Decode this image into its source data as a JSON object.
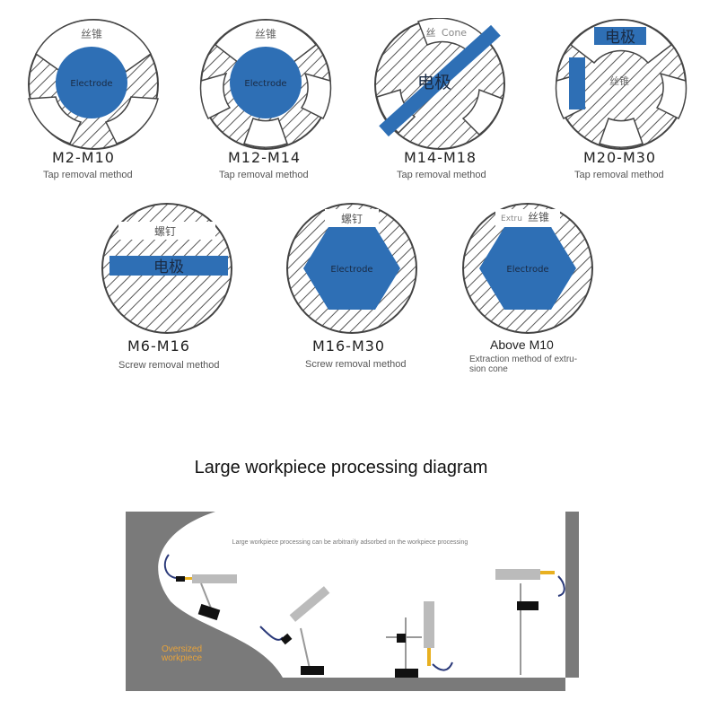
{
  "hatch_color": "#555555",
  "electrode_color": "#2e6fb5",
  "tiles": [
    {
      "range": "M2-M10",
      "method": "Tap removal method",
      "tool_zh": "丝锥",
      "electrode": "Electrode"
    },
    {
      "range": "M12-M14",
      "method": "Tap removal method",
      "tool_zh": "丝锥",
      "electrode": "Electrode"
    },
    {
      "range": "M14-M18",
      "method": "Tap removal method",
      "tool_zh": "丝",
      "tool_en": "Cone",
      "electrode_zh": "电极"
    },
    {
      "range": "M20-M30",
      "method": "Tap removal method",
      "tool_zh": "丝锥",
      "electrode_zh": "电极"
    },
    {
      "range": "M6-M16",
      "method": "Screw removal method",
      "tool_zh": "螺钉",
      "electrode_zh": "电极"
    },
    {
      "range": "M16-M30",
      "method": "Screw removal method",
      "tool_zh": "螺钉",
      "electrode": "Electrode"
    },
    {
      "range": "Above M10",
      "method_line1": "Extraction method of extru-",
      "method_line2": "sion cone",
      "tool_zh": "丝锥",
      "tool_en": "Extru",
      "electrode": "Electrode"
    }
  ],
  "big_diagram": {
    "title": "Large workpiece processing diagram",
    "note": "Large workpiece processing can be arbitrarily adsorbed on the workpiece processing",
    "oversized_line1": "Oversized",
    "oversized_line2": "workpiece"
  }
}
